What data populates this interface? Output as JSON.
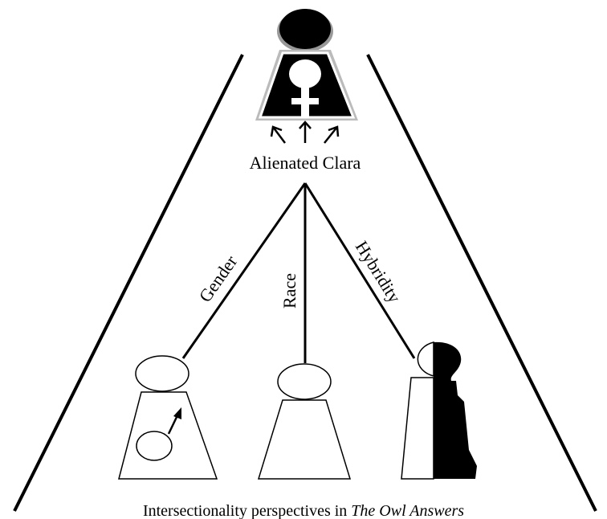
{
  "center_label": "Alienated Clara",
  "branches": {
    "gender": "Gender",
    "race": "Race",
    "hybridity": "Hybridity"
  },
  "caption": {
    "prefix": "Intersectionality perspectives in ",
    "title_italic": "The Owl Answers"
  },
  "icons": {
    "top_figure": "female-symbol-figure-icon",
    "left_figure": "male-symbol-figure-icon",
    "middle_figure": "plain-figure-icon",
    "right_figure": "half-black-half-white-figure-icon"
  }
}
